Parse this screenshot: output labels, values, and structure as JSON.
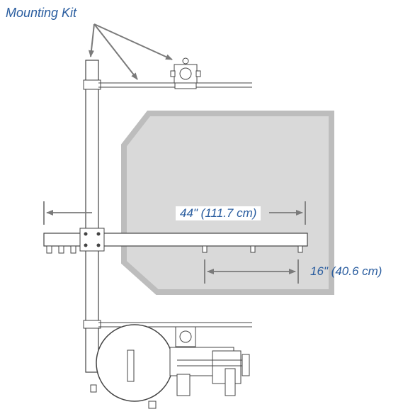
{
  "labels": {
    "mounting_kit": "Mounting Kit",
    "overall_width": "44\" (111.7 cm)",
    "nozzle_spacing": "16\" (40.6 cm)"
  },
  "colors": {
    "label_text": "#2a5d9f",
    "arrow": "#7a7a7a",
    "shape_fill": "#d9d9d9",
    "shape_border": "#bdbdbd",
    "line": "#444444"
  }
}
